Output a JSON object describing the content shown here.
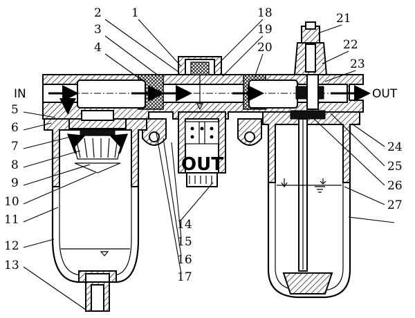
{
  "io_labels": {
    "inlet": "IN",
    "outlet": "OUT",
    "center_outlet": "OUT"
  },
  "callouts": [
    "1",
    "2",
    "3",
    "4",
    "5",
    "6",
    "7",
    "8",
    "9",
    "10",
    "11",
    "12",
    "13",
    "14",
    "15",
    "16",
    "17",
    "18",
    "19",
    "20",
    "21",
    "22",
    "23",
    "24",
    "25",
    "26",
    "27"
  ]
}
